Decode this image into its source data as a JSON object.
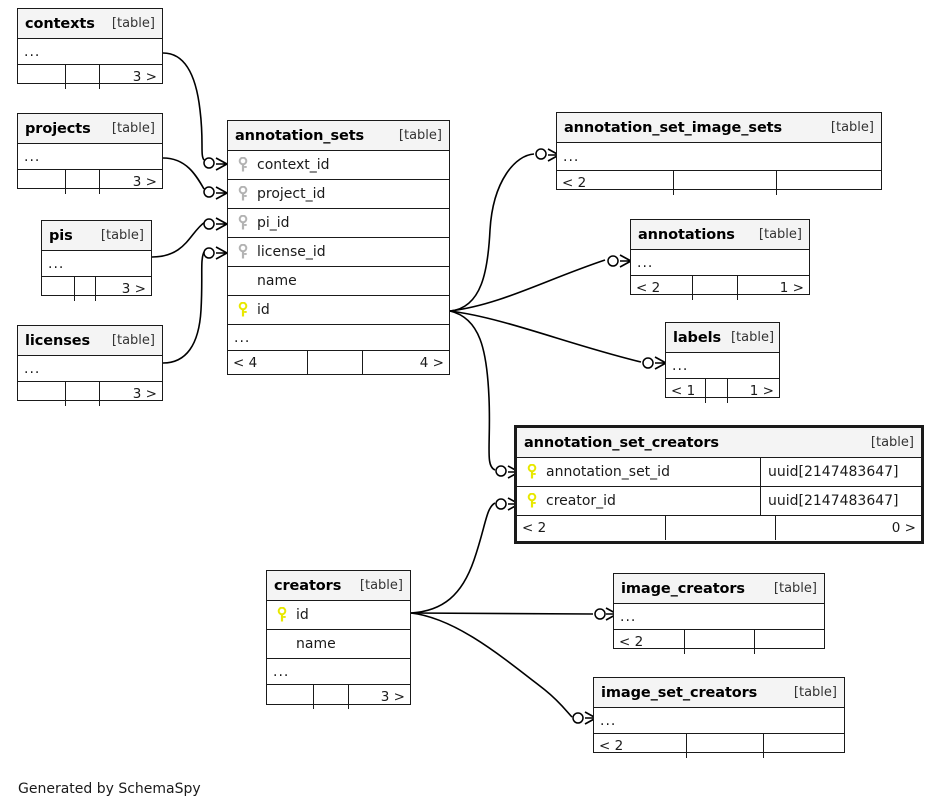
{
  "diagram": {
    "generator_note": "Generated by SchemaSpy",
    "table_tag": "[table]",
    "ellipsis": "...",
    "colors": {
      "primary_key": "#e8e800",
      "foreign_key": "#b3b3b3",
      "header_bg": "#f4f4f4",
      "border": "#1a1a1a",
      "background": "#ffffff"
    }
  },
  "tables": {
    "contexts": {
      "name": "contexts",
      "tag": "[table]",
      "ellipsis": "...",
      "footer": [
        "",
        "",
        "3 >"
      ]
    },
    "projects": {
      "name": "projects",
      "tag": "[table]",
      "ellipsis": "...",
      "footer": [
        "",
        "",
        "3 >"
      ]
    },
    "pis": {
      "name": "pis",
      "tag": "[table]",
      "ellipsis": "...",
      "footer": [
        "",
        "",
        "3 >"
      ]
    },
    "licenses": {
      "name": "licenses",
      "tag": "[table]",
      "ellipsis": "...",
      "footer": [
        "",
        "",
        "3 >"
      ]
    },
    "annotation_sets": {
      "name": "annotation_sets",
      "tag": "[table]",
      "ellipsis": "...",
      "columns": [
        {
          "label": "context_id",
          "key": "foreign",
          "type": ""
        },
        {
          "label": "project_id",
          "key": "foreign",
          "type": ""
        },
        {
          "label": "pi_id",
          "key": "foreign",
          "type": ""
        },
        {
          "label": "license_id",
          "key": "foreign",
          "type": ""
        },
        {
          "label": "name",
          "key": "none",
          "type": ""
        },
        {
          "label": "id",
          "key": "primary",
          "type": ""
        }
      ],
      "footer": [
        "< 4",
        "",
        "4 >"
      ]
    },
    "annotation_set_image_sets": {
      "name": "annotation_set_image_sets",
      "tag": "[table]",
      "ellipsis": "...",
      "footer": [
        "< 2",
        "",
        ""
      ]
    },
    "annotations": {
      "name": "annotations",
      "tag": "[table]",
      "ellipsis": "...",
      "footer": [
        "< 2",
        "",
        "1 >"
      ]
    },
    "labels": {
      "name": "labels",
      "tag": "[table]",
      "ellipsis": "...",
      "footer": [
        "< 1",
        "",
        "1 >"
      ]
    },
    "annotation_set_creators": {
      "name": "annotation_set_creators",
      "tag": "[table]",
      "emphasis": true,
      "columns": [
        {
          "label": "annotation_set_id",
          "key": "primary",
          "type": "uuid[2147483647]"
        },
        {
          "label": "creator_id",
          "key": "primary",
          "type": "uuid[2147483647]"
        }
      ],
      "footer": [
        "< 2",
        "",
        "0 >"
      ]
    },
    "creators": {
      "name": "creators",
      "tag": "[table]",
      "ellipsis": "...",
      "columns": [
        {
          "label": "id",
          "key": "primary",
          "type": ""
        },
        {
          "label": "name",
          "key": "none",
          "type": ""
        }
      ],
      "footer": [
        "",
        "",
        "3 >"
      ]
    },
    "image_creators": {
      "name": "image_creators",
      "tag": "[table]",
      "ellipsis": "...",
      "footer": [
        "< 2",
        "",
        ""
      ]
    },
    "image_set_creators": {
      "name": "image_set_creators",
      "tag": "[table]",
      "ellipsis": "...",
      "footer": [
        "< 2",
        "",
        ""
      ]
    }
  },
  "relationships": [
    {
      "from": "contexts",
      "to": "annotation_sets.context_id"
    },
    {
      "from": "projects",
      "to": "annotation_sets.project_id"
    },
    {
      "from": "pis",
      "to": "annotation_sets.pi_id"
    },
    {
      "from": "licenses",
      "to": "annotation_sets.license_id"
    },
    {
      "from": "annotation_sets.id",
      "to": "annotation_set_image_sets"
    },
    {
      "from": "annotation_sets.id",
      "to": "annotations"
    },
    {
      "from": "annotation_sets.id",
      "to": "labels"
    },
    {
      "from": "annotation_sets.id",
      "to": "annotation_set_creators.annotation_set_id"
    },
    {
      "from": "creators.id",
      "to": "annotation_set_creators.creator_id"
    },
    {
      "from": "creators.id",
      "to": "image_creators"
    },
    {
      "from": "creators.id",
      "to": "image_set_creators"
    }
  ]
}
